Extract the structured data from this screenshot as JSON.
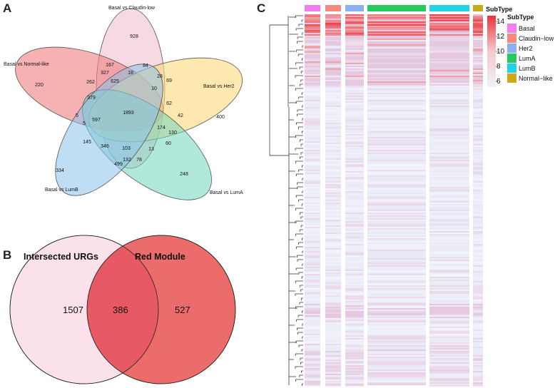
{
  "panels": {
    "a": {
      "letter": "A"
    },
    "b": {
      "letter": "B"
    },
    "c": {
      "letter": "C"
    }
  },
  "venn5": {
    "sets": [
      {
        "name": "Basal vs Claudin-low",
        "color": "#f2c9d4"
      },
      {
        "name": "Basal vs Normal-like",
        "color": "#f07f80"
      },
      {
        "name": "Basal vs Her2",
        "color": "#fbd97c"
      },
      {
        "name": "Basal vs LumA",
        "color": "#6fd6c0"
      },
      {
        "name": "Basal vs LumB",
        "color": "#8dc3e9"
      }
    ],
    "counts": [
      "928",
      "220",
      "400",
      "248",
      "334",
      "167",
      "84",
      "327",
      "28",
      "69",
      "262",
      "625",
      "18",
      "10",
      "379",
      "62",
      "1893",
      "42",
      "5",
      "597",
      "5",
      "174",
      "130",
      "145",
      "346",
      "103",
      "13",
      "60",
      "132",
      "78",
      "499"
    ]
  },
  "venn2": {
    "left_label": "Intersected URGs",
    "right_label": "Red Module",
    "left_only": "1507",
    "overlap": "386",
    "right_only": "527",
    "left_color": "#fbe1ec",
    "right_color": "#ec6b6b",
    "overlap_color": "#e85a63"
  },
  "heatmap": {
    "legend_title": "SubType",
    "subtypes": [
      {
        "name": "Basal",
        "color": "#f27cf0"
      },
      {
        "name": "Claudin−low",
        "color": "#f58b7e"
      },
      {
        "name": "Her2",
        "color": "#8ab0ef"
      },
      {
        "name": "LumA",
        "color": "#25c95d"
      },
      {
        "name": "LumB",
        "color": "#22d3e3"
      },
      {
        "name": "Normal−like",
        "color": "#cbaa19"
      }
    ],
    "annotation_label": "SubType",
    "scale_ticks": [
      "14",
      "12",
      "10",
      "8",
      "6"
    ],
    "scale_colors": {
      "high": "#e8323a",
      "mid": "#ffffff",
      "low": "#eef0fb"
    }
  }
}
